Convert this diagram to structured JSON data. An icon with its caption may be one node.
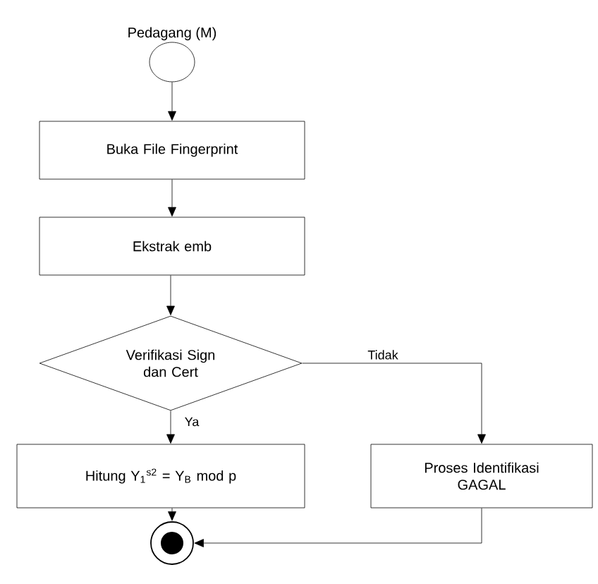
{
  "diagram": {
    "nodes": [
      {
        "text": [
          "Pedagang (M)"
        ]
      },
      {
        "text": [
          "Buka File Fingerprint"
        ]
      },
      {
        "text": [
          "Ekstrak emb"
        ]
      },
      {
        "text": [
          "Verifikasi Sign dan Cert"
        ]
      },
      {
        "text": [
          "Hitung Y$_{1}$$^{s2}$ =  Y$_{B}$ mod p"
        ]
      },
      {
        "text": [
          "Proses Identifikasi GAGAL"
        ]
      },
      {
        "text": [],
        "shape": "circle"
      }
    ],
    "edges": [
      {
        "from": 0,
        "to": 1,
        "arrow": "to"
      },
      {
        "from": 1,
        "to": 2,
        "arrow": "to"
      },
      {
        "from": 2,
        "to": 3,
        "arrow": "to"
      },
      {
        "from": 3,
        "to": 4,
        "arrow": "to",
        "label": "Ya"
      },
      {
        "from": 3,
        "to": 5,
        "arrow": "to",
        "label": "Tidak"
      },
      {
        "from": 4,
        "to": 6,
        "arrow": "to"
      },
      {
        "from": 5,
        "to": 6,
        "arrow": "to"
      }
    ]
  }
}
